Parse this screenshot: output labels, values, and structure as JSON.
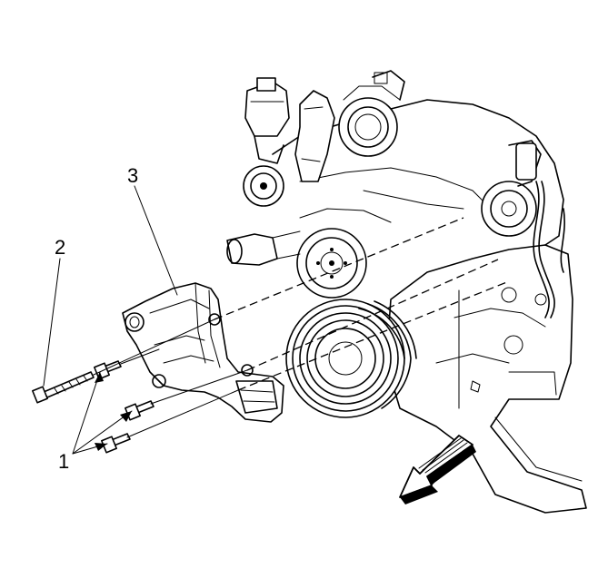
{
  "diagram": {
    "callouts": [
      {
        "id": "1",
        "text": "1"
      },
      {
        "id": "2",
        "text": "2"
      },
      {
        "id": "3",
        "text": "3"
      }
    ]
  },
  "colors": {
    "line": "#000000",
    "background": "#ffffff"
  },
  "icons": {
    "direction": "front-of-vehicle-arrow-icon"
  }
}
